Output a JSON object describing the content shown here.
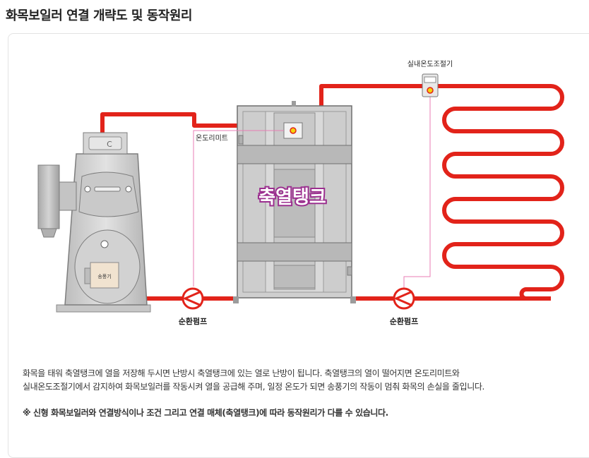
{
  "page": {
    "title": "화목보일러 연결 개략도 및 동작원리"
  },
  "diagram": {
    "boiler_fan_label": "송풍기",
    "tank_label": "축열탱크",
    "temp_limit_label": "온도리미트",
    "thermostat_label": "실내온도조절기",
    "pump_left_label": "순환펌프",
    "pump_right_label": "순환펌프"
  },
  "description": {
    "line1": "화목을 태워 축열탱크에 열을 저장해 두시면 난방시 축열탱크에 있는 열로 난방이 됩니다. 축열탱크의 열이 떨어지면 온도리미트와",
    "line2": "실내온도조절기에서 감지하여 화목보일러를 작동시켜 열을 공급해 주며, 일정 온도가 되면 송풍기의 작동이 멈춰 화목의 손실을 줄입니다.",
    "note": "※ 신형 화목보일러와 연결방식이나 조건 그리고 연결 매체(축열탱크)에 따라 동작원리가 다를 수 있습니다."
  },
  "colors": {
    "pipe": "#e2231a",
    "wire": "#e87db4",
    "tank_text": "#9b2f8f",
    "equipment": "#cfcfcf"
  }
}
